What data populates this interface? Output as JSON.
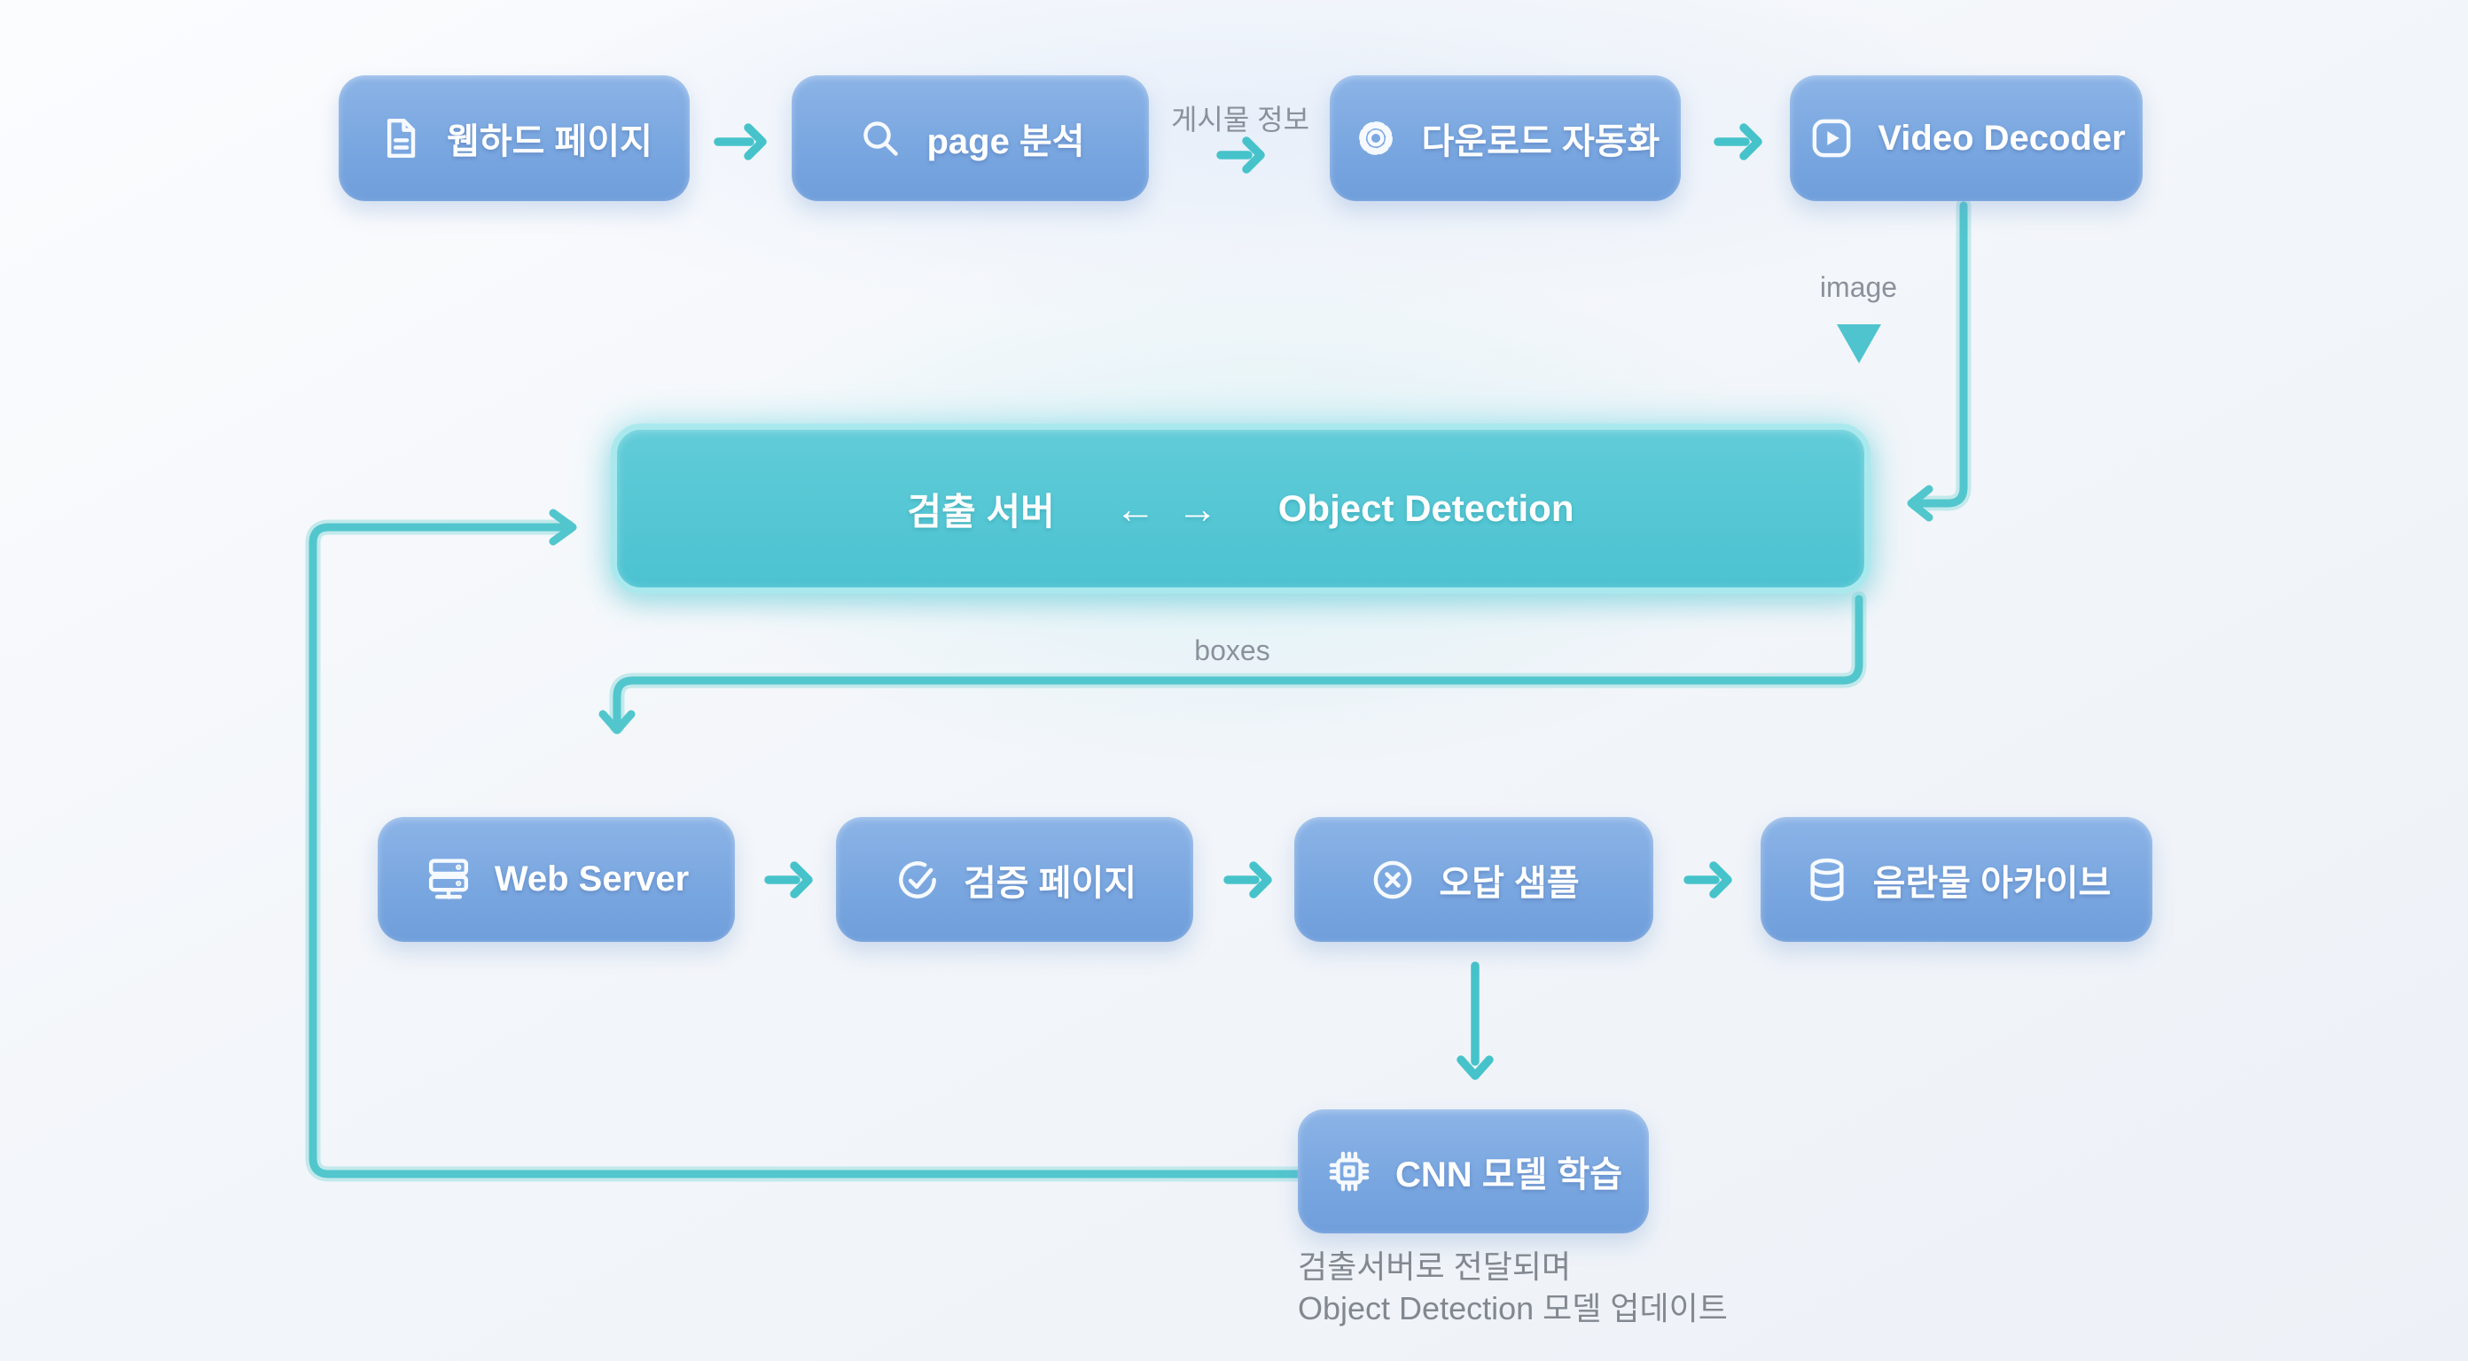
{
  "nodes": {
    "webhard": {
      "label": "웹하드 페이지"
    },
    "page_analysis": {
      "label": "page 분석"
    },
    "download_automation": {
      "label": "다운로드 자동화"
    },
    "video_decoder": {
      "label": "Video Decoder"
    },
    "detection_server": {
      "label_left": "검출 서버",
      "arrow_left": "←",
      "arrow_right": "→",
      "label_right": "Object Detection"
    },
    "web_server": {
      "label": "Web Server"
    },
    "verification_page": {
      "label": "검증 페이지"
    },
    "wrong_answer_samples": {
      "label": "오답 샘플"
    },
    "adult_archive": {
      "label": "음란물 아카이브"
    },
    "cnn_training": {
      "label": "CNN 모델 학습"
    }
  },
  "edge_labels": {
    "post_info": "게시물 정보",
    "image": "image",
    "boxes": "boxes"
  },
  "caption": {
    "line1": "검출서버로 전달되며",
    "line2": "Object Detection 모델 업데이트"
  },
  "colors": {
    "node_blue": "#7aa7e0",
    "detection_teal": "#52c6d4",
    "connector_teal": "#4cc4cb",
    "label_gray": "#8b919b",
    "background": "#f3f6fa",
    "text_white": "#ffffff"
  }
}
